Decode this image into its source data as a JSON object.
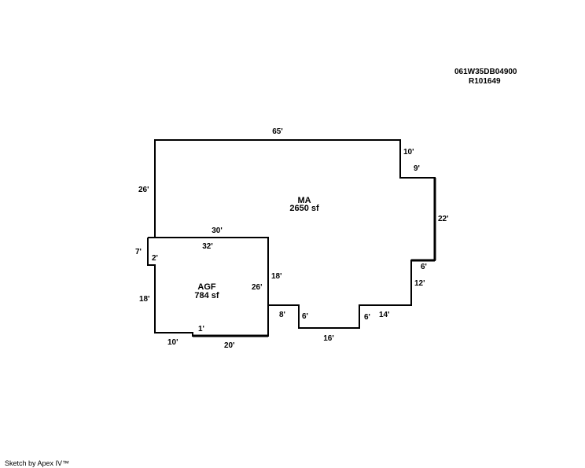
{
  "parcel": {
    "account_id": "061W35DB04900",
    "reference": "R101649"
  },
  "areas": {
    "main": {
      "code": "MA",
      "size": "2650 sf"
    },
    "garage": {
      "code": "AGF",
      "size": "784 sf"
    }
  },
  "dimensions": {
    "top": "65'",
    "right_notch_down": "10'",
    "right_notch_over": "9'",
    "right_side": "22'",
    "right_step_in": "6'",
    "right_lower": "12'",
    "bottom_right": "14'",
    "bottom_step_right": "6'",
    "bottom_middle": "16'",
    "bottom_step_left": "6'",
    "bottom_left_segment": "8'",
    "left_upper": "26'",
    "garage_top_outer": "30'",
    "garage_top_inner": "32'",
    "garage_left_notch": "7'",
    "garage_left_step": "2'",
    "garage_left": "18'",
    "garage_right_outer": "18'",
    "garage_right_inner": "26'",
    "garage_bottom_step": "1'",
    "garage_bottom_left": "10'",
    "garage_bottom_right": "20'"
  },
  "credit": "Sketch by Apex IV™"
}
